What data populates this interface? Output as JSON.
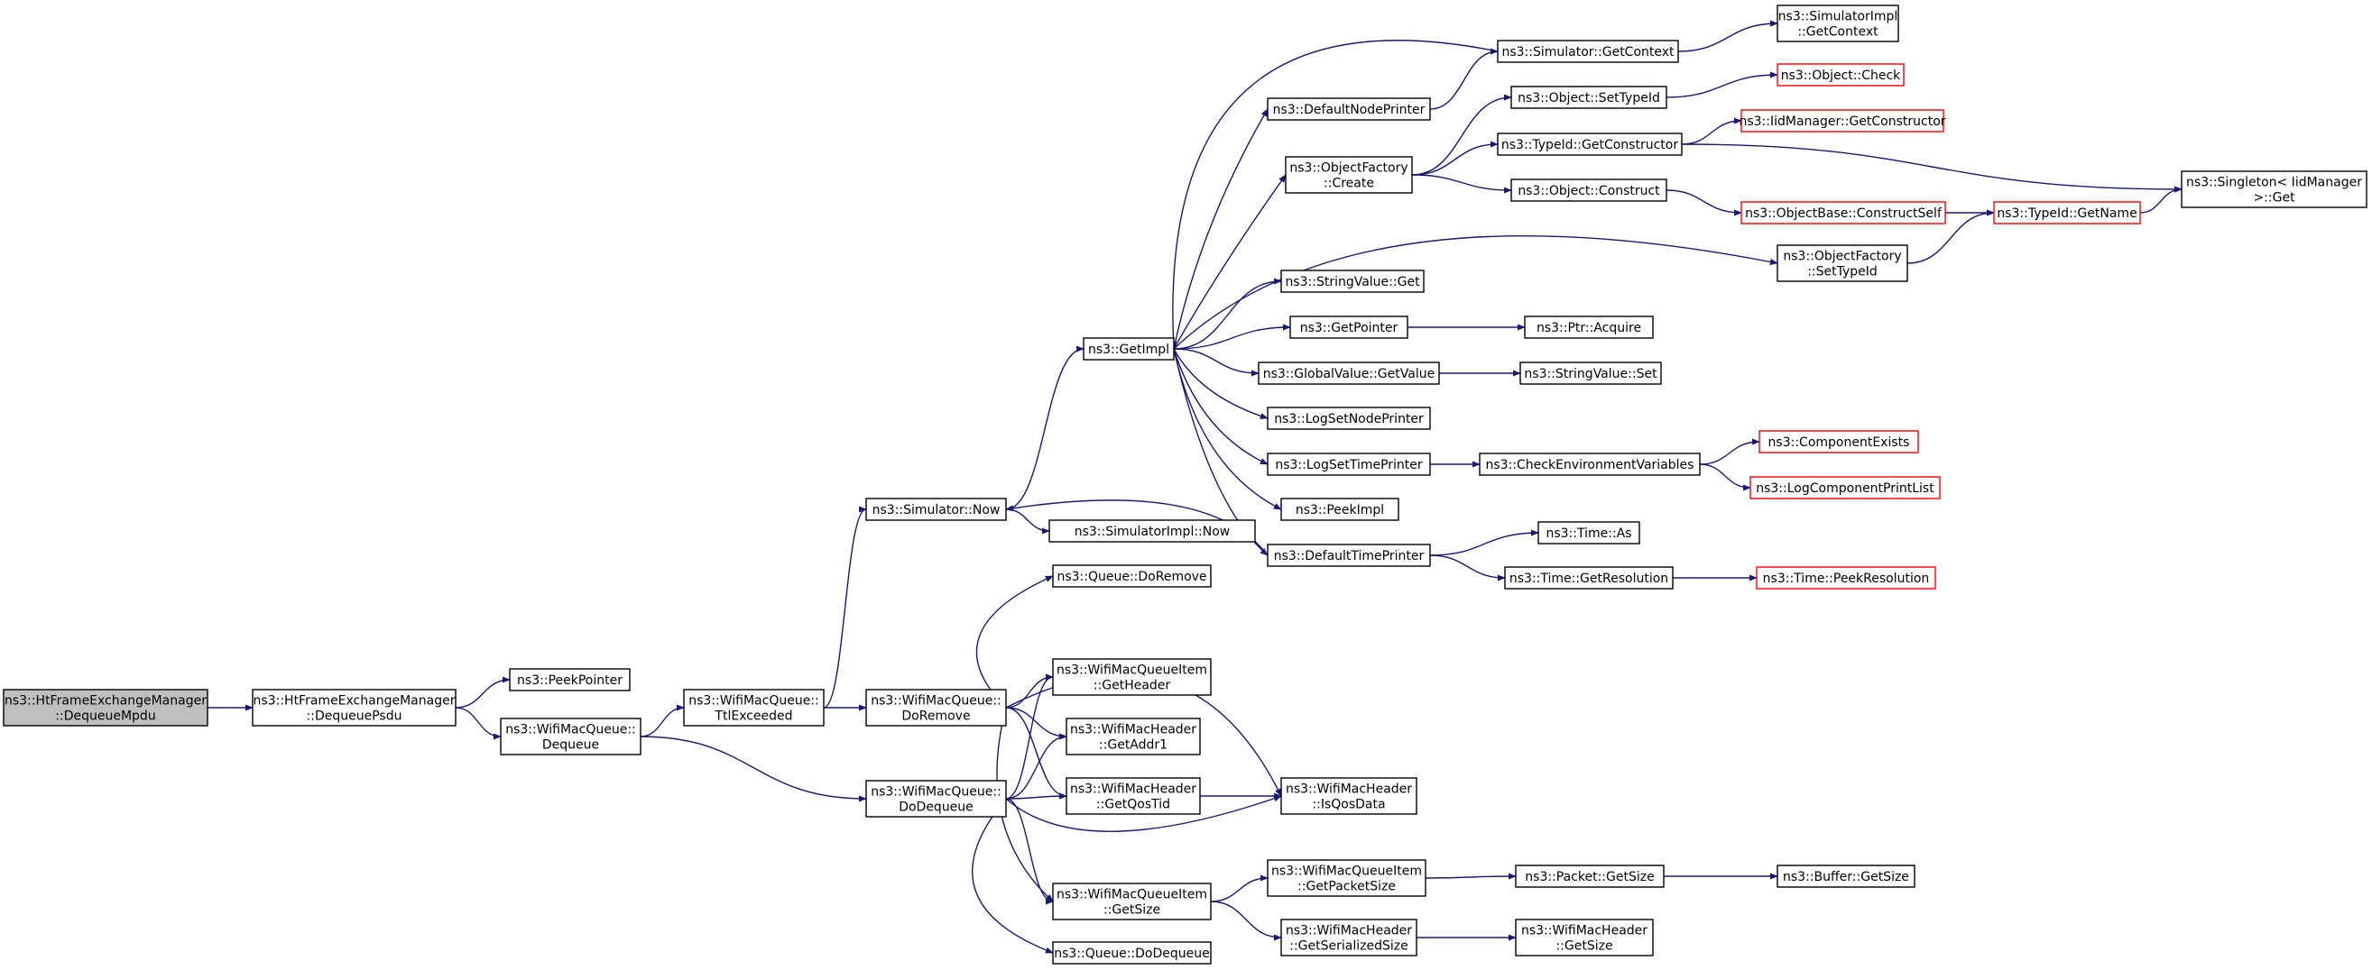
{
  "colors": {
    "edge": "#191970",
    "root_fill": "#bfbfbf",
    "external_stroke": "#ff0000",
    "box_stroke": "#000000"
  },
  "nodes": [
    {
      "id": "n0",
      "lines": [
        "ns3::HtFrameExchangeManager",
        "::DequeueMpdu"
      ],
      "root": true
    },
    {
      "id": "n1",
      "lines": [
        "ns3::HtFrameExchangeManager",
        "::DequeuePsdu"
      ]
    },
    {
      "id": "n2",
      "lines": [
        "ns3::PeekPointer"
      ]
    },
    {
      "id": "n3",
      "lines": [
        "ns3::WifiMacQueue::",
        "Dequeue"
      ]
    },
    {
      "id": "n4",
      "lines": [
        "ns3::WifiMacQueue::",
        "TtlExceeded"
      ]
    },
    {
      "id": "n5",
      "lines": [
        "ns3::WifiMacQueue::",
        "DoDequeue"
      ]
    },
    {
      "id": "n6",
      "lines": [
        "ns3::Simulator::Now"
      ]
    },
    {
      "id": "n7",
      "lines": [
        "ns3::WifiMacQueue::",
        "DoRemove"
      ]
    },
    {
      "id": "n8",
      "lines": [
        "ns3::GetImpl"
      ]
    },
    {
      "id": "n9",
      "lines": [
        "ns3::SimulatorImpl::Now"
      ]
    },
    {
      "id": "n10",
      "lines": [
        "ns3::Queue::DoRemove"
      ]
    },
    {
      "id": "n11",
      "lines": [
        "ns3::WifiMacQueueItem",
        "::GetHeader"
      ]
    },
    {
      "id": "n12",
      "lines": [
        "ns3::WifiMacHeader",
        "::GetAddr1"
      ]
    },
    {
      "id": "n13",
      "lines": [
        "ns3::WifiMacHeader",
        "::GetQosTid"
      ]
    },
    {
      "id": "n14",
      "lines": [
        "ns3::WifiMacQueueItem",
        "::GetSize"
      ]
    },
    {
      "id": "n15",
      "lines": [
        "ns3::Queue::DoDequeue"
      ]
    },
    {
      "id": "n16",
      "lines": [
        "ns3::WifiMacHeader",
        "::IsQosData"
      ]
    },
    {
      "id": "n17",
      "lines": [
        "ns3::WifiMacQueueItem",
        "::GetPacketSize"
      ]
    },
    {
      "id": "n18",
      "lines": [
        "ns3::WifiMacHeader",
        "::GetSerializedSize"
      ]
    },
    {
      "id": "n19",
      "lines": [
        "ns3::Packet::GetSize"
      ]
    },
    {
      "id": "n20",
      "lines": [
        "ns3::WifiMacHeader",
        "::GetSize"
      ]
    },
    {
      "id": "n21",
      "lines": [
        "ns3::Buffer::GetSize"
      ]
    },
    {
      "id": "n22",
      "lines": [
        "ns3::DefaultNodePrinter"
      ]
    },
    {
      "id": "n23",
      "lines": [
        "ns3::Simulator::GetContext"
      ]
    },
    {
      "id": "n24",
      "lines": [
        "ns3::SimulatorImpl",
        "::GetContext"
      ]
    },
    {
      "id": "n25",
      "lines": [
        "ns3::ObjectFactory",
        "::Create"
      ]
    },
    {
      "id": "n26",
      "lines": [
        "ns3::Object::SetTypeId"
      ]
    },
    {
      "id": "n27",
      "lines": [
        "ns3::Object::Check"
      ],
      "external": true
    },
    {
      "id": "n28",
      "lines": [
        "ns3::TypeId::GetConstructor"
      ]
    },
    {
      "id": "n29",
      "lines": [
        "ns3::IidManager::GetConstructor"
      ],
      "external": true
    },
    {
      "id": "n30",
      "lines": [
        "ns3::Singleton< IidManager",
        " >::Get"
      ]
    },
    {
      "id": "n31",
      "lines": [
        "ns3::Object::Construct"
      ]
    },
    {
      "id": "n32",
      "lines": [
        "ns3::ObjectBase::ConstructSelf"
      ],
      "external": true
    },
    {
      "id": "n33",
      "lines": [
        "ns3::TypeId::GetName"
      ],
      "external": true
    },
    {
      "id": "n34",
      "lines": [
        "ns3::ObjectFactory",
        "::SetTypeId"
      ]
    },
    {
      "id": "n35",
      "lines": [
        "ns3::StringValue::Get"
      ]
    },
    {
      "id": "n36",
      "lines": [
        "ns3::GetPointer"
      ]
    },
    {
      "id": "n37",
      "lines": [
        "ns3::Ptr::Acquire"
      ]
    },
    {
      "id": "n38",
      "lines": [
        "ns3::GlobalValue::GetValue"
      ]
    },
    {
      "id": "n39",
      "lines": [
        "ns3::StringValue::Set"
      ]
    },
    {
      "id": "n40",
      "lines": [
        "ns3::LogSetNodePrinter"
      ]
    },
    {
      "id": "n41",
      "lines": [
        "ns3::LogSetTimePrinter"
      ]
    },
    {
      "id": "n42",
      "lines": [
        "ns3::CheckEnvironmentVariables"
      ]
    },
    {
      "id": "n43",
      "lines": [
        "ns3::ComponentExists"
      ],
      "external": true
    },
    {
      "id": "n44",
      "lines": [
        "ns3::LogComponentPrintList"
      ],
      "external": true
    },
    {
      "id": "n45",
      "lines": [
        "ns3::PeekImpl"
      ]
    },
    {
      "id": "n46",
      "lines": [
        "ns3::DefaultTimePrinter"
      ]
    },
    {
      "id": "n47",
      "lines": [
        "ns3::Time::As"
      ]
    },
    {
      "id": "n48",
      "lines": [
        "ns3::Time::GetResolution"
      ]
    },
    {
      "id": "n49",
      "lines": [
        "ns3::Time::PeekResolution"
      ],
      "external": true
    }
  ]
}
